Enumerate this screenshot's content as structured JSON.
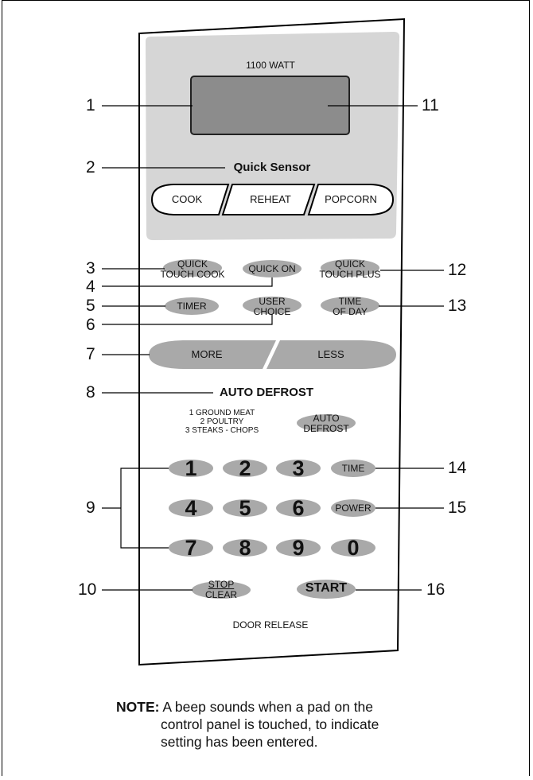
{
  "panel": {
    "wattage": "1100 WATT",
    "quick_sensor_title": "Quick Sensor",
    "sensor_buttons": [
      "COOK",
      "REHEAT",
      "POPCORN"
    ],
    "quick_touch_cook": [
      "QUICK",
      "TOUCH COOK"
    ],
    "quick_on": "QUICK ON",
    "quick_touch_plus": [
      "QUICK",
      "TOUCH PLUS"
    ],
    "timer": "TIMER",
    "user_choice": [
      "USER",
      "CHOICE"
    ],
    "time_of_day": [
      "TIME",
      "OF DAY"
    ],
    "more": "MORE",
    "less": "LESS",
    "auto_defrost_title": "AUTO DEFROST",
    "defrost_list": [
      "1 GROUND MEAT",
      "2 POULTRY",
      "3 STEAKS - CHOPS"
    ],
    "auto_defrost_button": [
      "AUTO",
      "DEFROST"
    ],
    "digits": [
      "1",
      "2",
      "3",
      "4",
      "5",
      "6",
      "7",
      "8",
      "9",
      "0"
    ],
    "time": "TIME",
    "power": "POWER",
    "stop_clear": [
      "STOP",
      "CLEAR"
    ],
    "start": "START",
    "door_release": "DOOR RELEASE"
  },
  "callouts": [
    "1",
    "2",
    "3",
    "4",
    "5",
    "6",
    "7",
    "8",
    "9",
    "10",
    "11",
    "12",
    "13",
    "14",
    "15",
    "16"
  ],
  "note": {
    "label": "NOTE:",
    "lines": [
      "A beep sounds when a pad on the",
      "control panel is touched, to indicate",
      "setting has been entered."
    ]
  },
  "colors": {
    "pad_gray": "#a9a9a9",
    "panel_gray": "#d6d6d6",
    "display_gray": "#8c8c8c"
  }
}
